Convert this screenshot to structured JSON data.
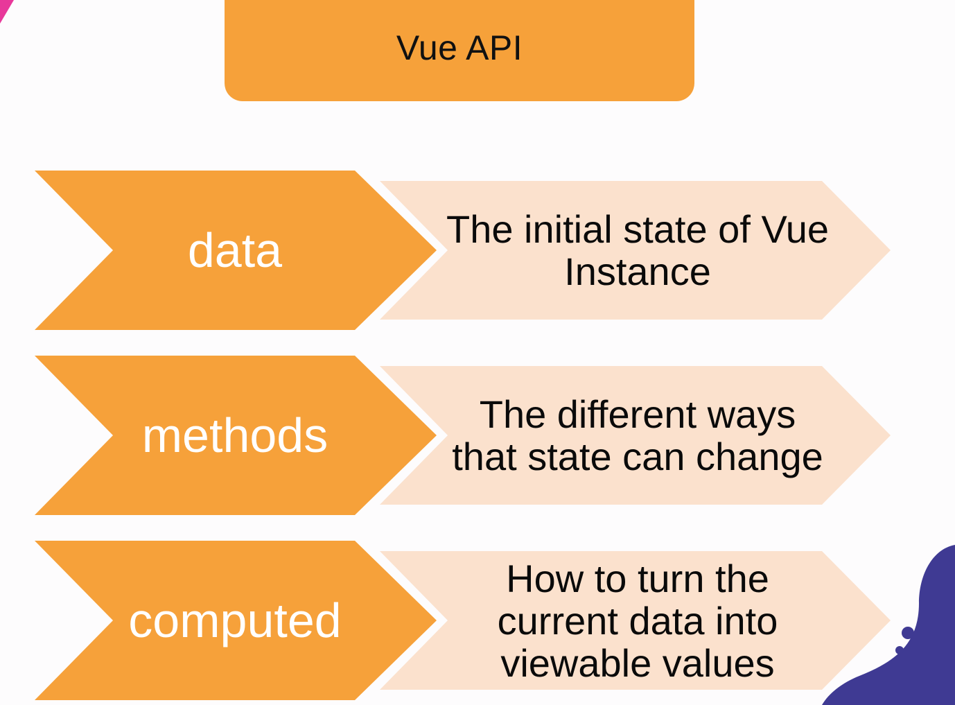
{
  "title": "Vue API",
  "colors": {
    "chevron": "#f6a13a",
    "description_fill": "#fbe1cd",
    "title_fill": "#f6a13a",
    "accent_pink": "#e8389a",
    "accent_purple": "#3f3a93"
  },
  "rows": [
    {
      "term": "data",
      "description": "The initial state of Vue Instance"
    },
    {
      "term": "methods",
      "description": "The different ways that state can change"
    },
    {
      "term": "computed",
      "description": "How to turn the current data into viewable values"
    }
  ]
}
